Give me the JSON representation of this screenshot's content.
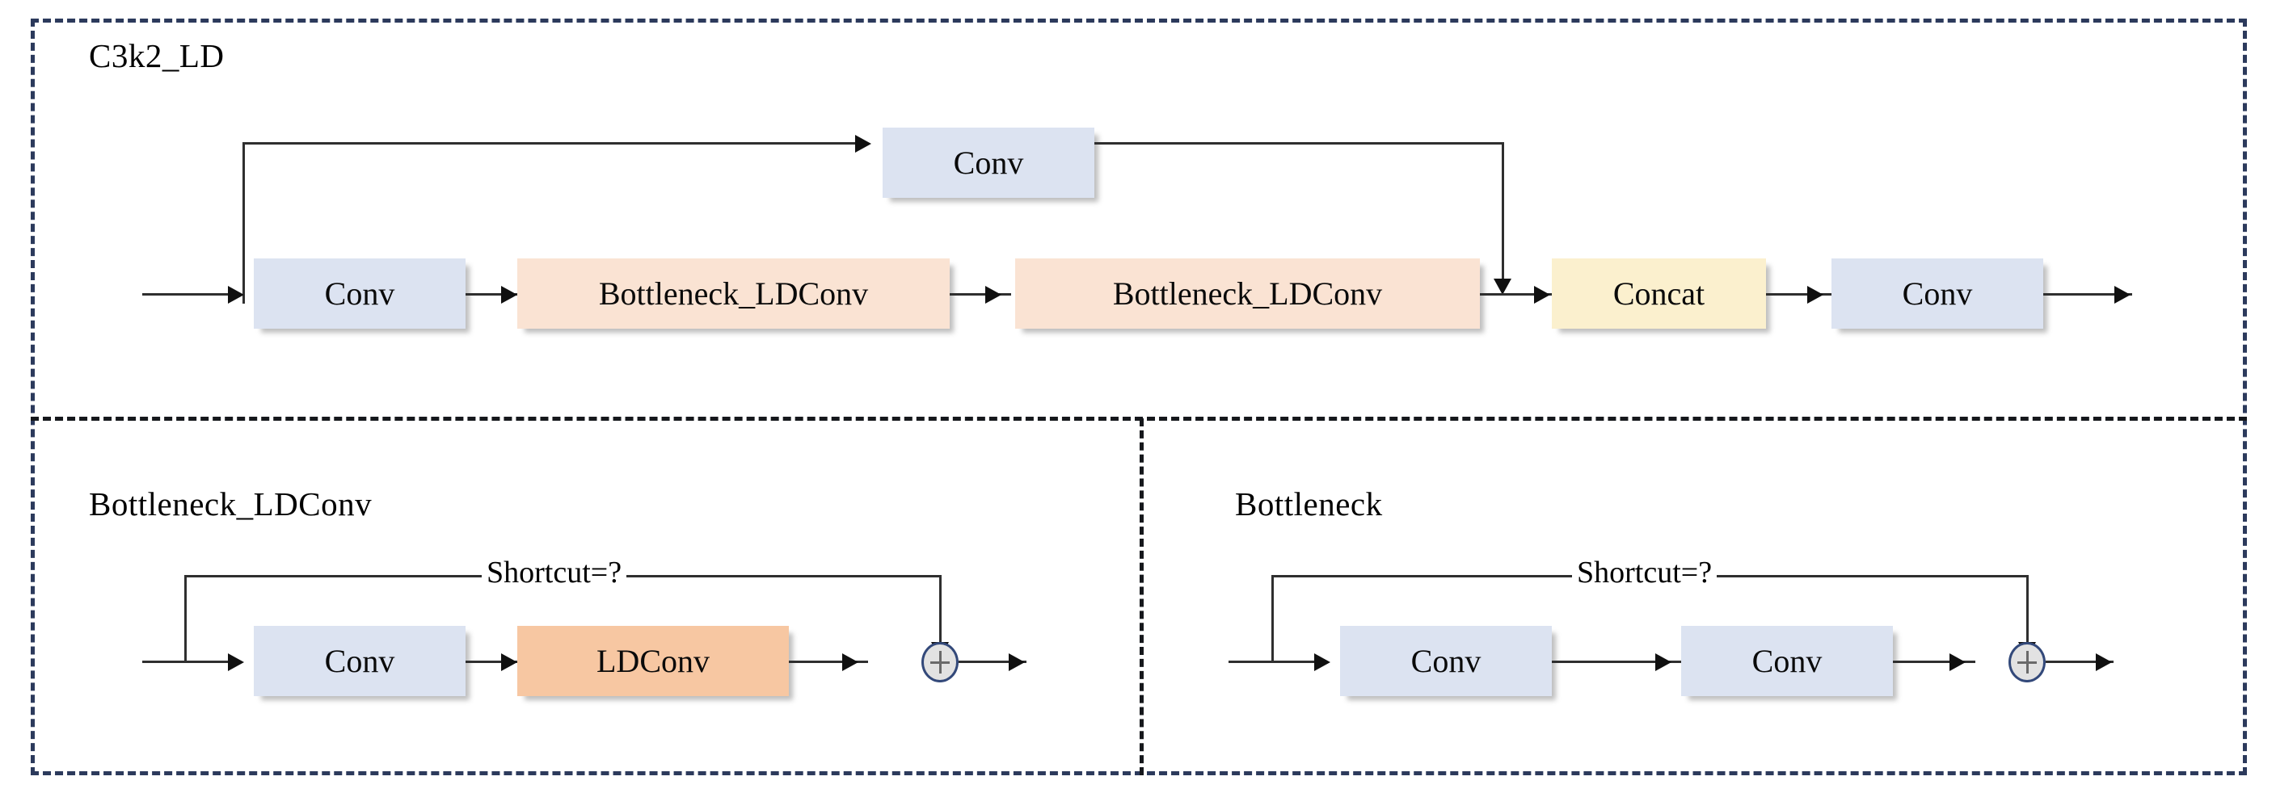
{
  "figure": {
    "colors": {
      "outer_border": "#2c3a5c",
      "divider": "#16181c",
      "conv_fill": "#dce3f1",
      "bottleneck_ldconv_fill": "#fae3d3",
      "concat_fill": "#fbf0ce",
      "ldconv_fill": "#f7c7a2",
      "wire": "#2f2f2f",
      "plus_border": "#33497a",
      "plus_fill": "#e2e2e2"
    }
  },
  "panels": {
    "top": {
      "title": "C3k2_LD",
      "blocks": {
        "branch_conv": "Conv",
        "stem_conv": "Conv",
        "bottleneck_1": "Bottleneck_LDConv",
        "bottleneck_2": "Bottleneck_LDConv",
        "concat": "Concat",
        "out_conv": "Conv"
      }
    },
    "bottom_left": {
      "title": "Bottleneck_LDConv",
      "shortcut_label": "Shortcut=?",
      "blocks": {
        "conv": "Conv",
        "ldconv": "LDConv"
      },
      "merge_op": "+"
    },
    "bottom_right": {
      "title": "Bottleneck",
      "shortcut_label": "Shortcut=?",
      "blocks": {
        "conv_1": "Conv",
        "conv_2": "Conv"
      },
      "merge_op": "+"
    }
  }
}
